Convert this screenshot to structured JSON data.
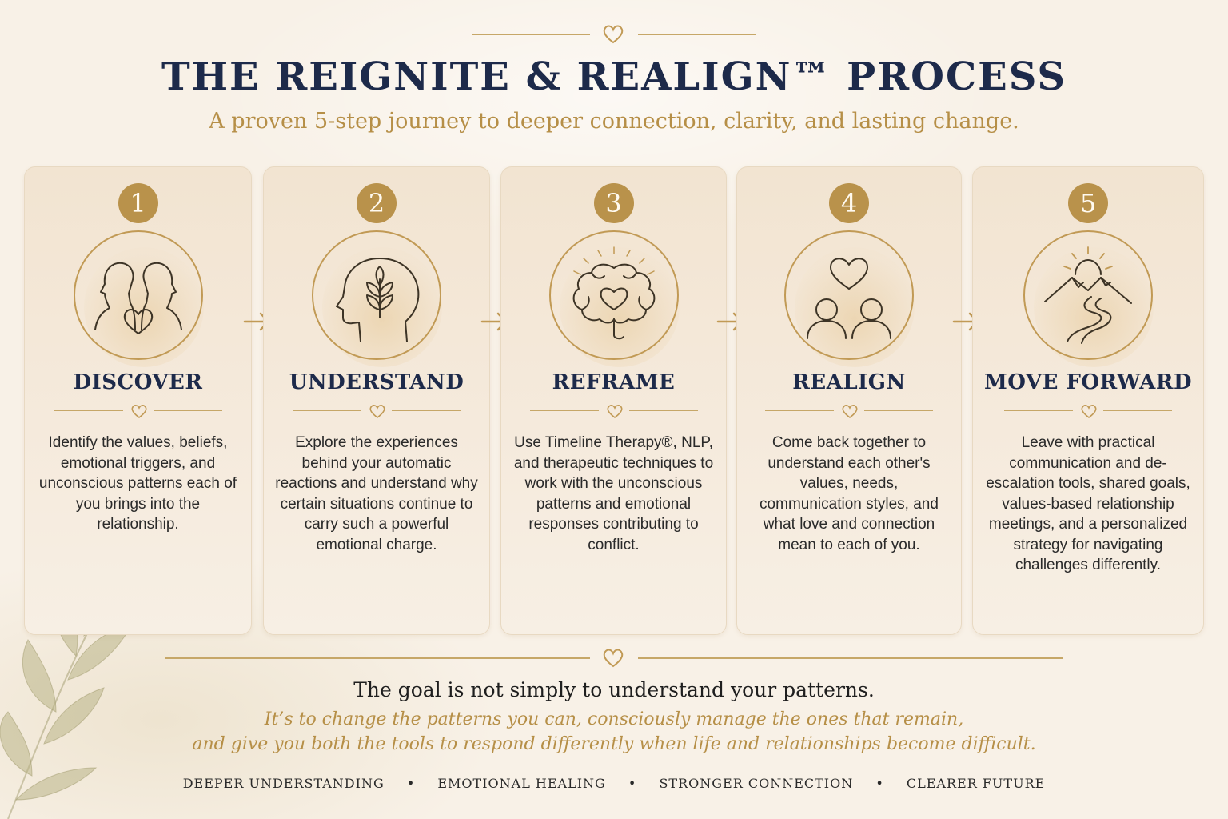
{
  "header": {
    "title": "THE REIGNITE & REALIGN™ PROCESS",
    "subtitle": "A proven 5-step journey to deeper connection, clarity, and lasting change."
  },
  "steps": [
    {
      "number": "1",
      "title": "DISCOVER",
      "icon": "two-faces-heart-icon",
      "description": "Identify the values, beliefs, emotional triggers, and unconscious patterns each of you brings into the relationship."
    },
    {
      "number": "2",
      "title": "UNDERSTAND",
      "icon": "head-plant-icon",
      "description": "Explore the experiences behind your automatic reactions and understand why certain situations continue to carry such a powerful emotional charge."
    },
    {
      "number": "3",
      "title": "REFRAME",
      "icon": "brain-heart-icon",
      "description": "Use Timeline Therapy®, NLP, and therapeutic techniques to work with the unconscious patterns and emotional responses contributing to conflict."
    },
    {
      "number": "4",
      "title": "REALIGN",
      "icon": "couple-heart-icon",
      "description": "Come back together to understand each other's values, needs, communication styles, and what love and connection mean to each of you."
    },
    {
      "number": "5",
      "title": "MOVE FORWARD",
      "icon": "mountain-sun-path-icon",
      "description": "Leave with practical communication and de-escalation tools, shared goals, values-based relationship meetings, and a personalized strategy for navigating challenges differently."
    }
  ],
  "goal": {
    "main": "The goal is not simply to understand your patterns.",
    "line1": "It’s to change the patterns you can, consciously manage the ones that remain,",
    "line2": "and give you both the tools to respond differently when life and relationships become difficult."
  },
  "footer": {
    "items": [
      "DEEPER UNDERSTANDING",
      "EMOTIONAL HEALING",
      "STRONGER CONNECTION",
      "CLEARER FUTURE"
    ],
    "separator": "•"
  },
  "colors": {
    "navy": "#1d2a4a",
    "gold": "#b9924b",
    "background": "#f8f1e7"
  }
}
